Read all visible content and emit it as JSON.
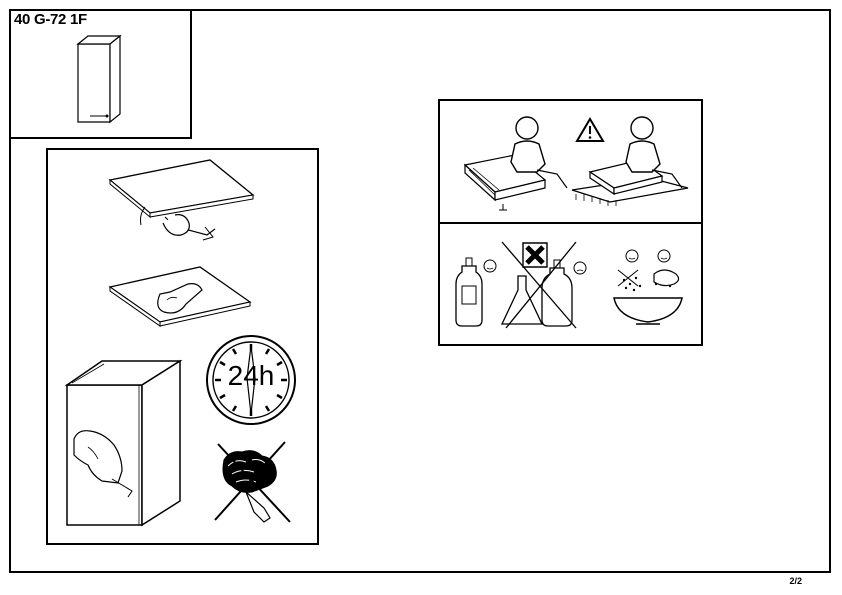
{
  "header": {
    "product_code": "40 G-72 1F"
  },
  "clock": {
    "label": "24h"
  },
  "footer": {
    "page": "2/2"
  },
  "icons": [
    "cabinet-icon",
    "sponge-hand-icon",
    "clock-icon",
    "no-scrub-icon",
    "carry-board-icon",
    "warning-icon",
    "bottles-icon",
    "forbidden-cross-icon",
    "washbowl-icon"
  ]
}
